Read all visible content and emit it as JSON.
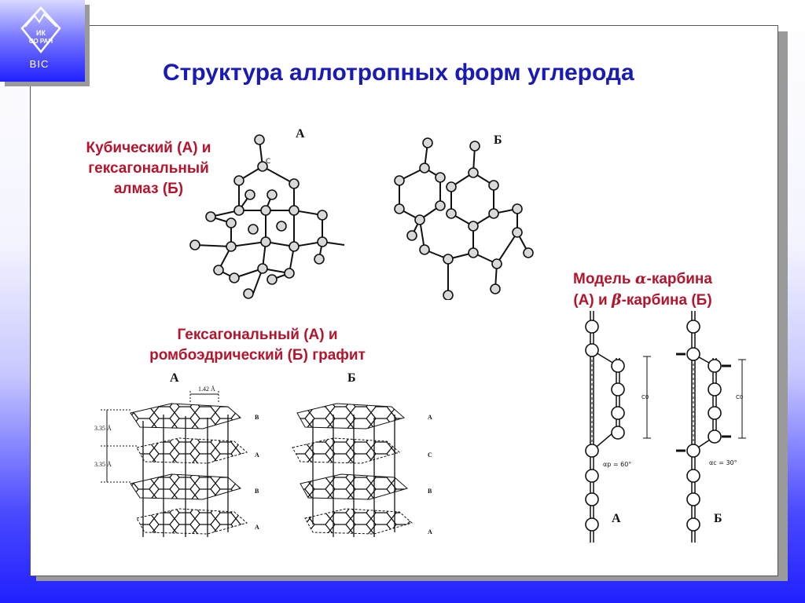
{
  "header": {
    "logo_text_top": "ИК",
    "logo_text_bottom": "СО РАН",
    "logo_caption": "BIC"
  },
  "title": "Структура аллотропных форм углерода",
  "diamond": {
    "caption_lines": [
      "Кубический (А) и",
      "гексагональный",
      "алмаз (Б)"
    ],
    "label_a": "А",
    "label_b": "Б",
    "atom_label": "C"
  },
  "carbyne": {
    "caption_line1_prefix": "Модель ",
    "alpha_symbol": "α",
    "caption_line1_suffix": "-карбина",
    "caption_line2_prefix": "(А) и ",
    "beta_symbol": "β",
    "caption_line2_suffix": "-карбина (Б)",
    "label_a": "А",
    "label_b": "Б",
    "annot_alpha": "αp = 60°",
    "annot_beta": "αc = 30°",
    "c0": "C0"
  },
  "graphite": {
    "caption_lines": [
      "Гексагональный (А) и",
      "ромбоэдрический (Б) графит"
    ],
    "label_a": "А",
    "label_b": "Б",
    "bond_length": "1.42 Å",
    "spacing1": "3.35 Å",
    "spacing2": "3.35 Å",
    "layers_a": [
      "B",
      "A",
      "B",
      "A"
    ],
    "layers_b": [
      "A",
      "C",
      "B",
      "A"
    ]
  },
  "colors": {
    "title": "#1a1ab4",
    "caption": "#b4142c",
    "gradient_bottom": "#2020ff"
  }
}
